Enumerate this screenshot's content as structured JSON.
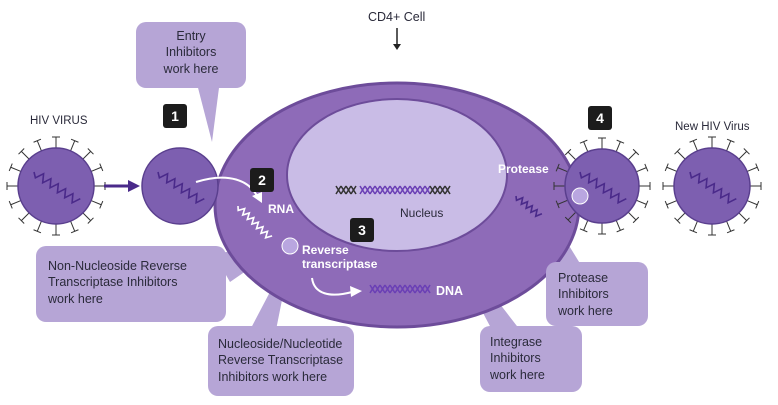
{
  "labels": {
    "cd4_cell": "CD4+ Cell",
    "hiv_virus": "HIV VIRUS",
    "new_hiv_virus": "New HIV Virus",
    "rna": "RNA",
    "reverse_transcriptase": [
      "Reverse",
      "transcriptase"
    ],
    "nucleus": "Nucleus",
    "dna": "DNA",
    "protease": "Protease"
  },
  "steps": [
    "1",
    "2",
    "3",
    "4"
  ],
  "callouts": {
    "entry": [
      "Entry",
      "Inhibitors",
      "work here"
    ],
    "nnrti": [
      "Non-Nucleoside Reverse",
      "Transcriptase Inhibitors",
      "work here"
    ],
    "nrti": [
      "Nucleoside/Nucleotide",
      "Reverse Transcriptase",
      "Inhibitors work here"
    ],
    "integrase": [
      "Integrase",
      "Inhibitors",
      "work here"
    ],
    "protease": [
      "Protease",
      "Inhibitors",
      "work here"
    ]
  },
  "colors": {
    "cell_outer": "#8e6bb8",
    "cell_border": "#6d4c9a",
    "nucleus": "#c9bce6",
    "callout": "#b6a5d6",
    "virus": "#7d5fb0",
    "strand": "#4a2a8a",
    "dna": "#6a3fb5"
  }
}
